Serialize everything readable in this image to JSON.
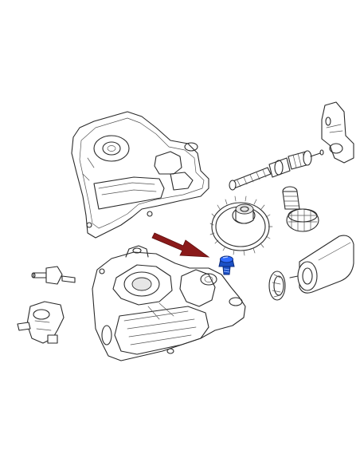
{
  "diagram": {
    "type": "exploded-parts-view",
    "highlight_color": "#1a4fc4",
    "arrow_color": "#8b1a1a",
    "parts": [
      {
        "name": "upper-housing-cover",
        "highlighted": false
      },
      {
        "name": "lower-gear-housing",
        "highlighted": false
      },
      {
        "name": "worm-shaft",
        "highlighted": false
      },
      {
        "name": "spur-gear",
        "highlighted": false
      },
      {
        "name": "pinion-shaft",
        "highlighted": false
      },
      {
        "name": "electric-motor",
        "highlighted": false
      },
      {
        "name": "motor-end-cap",
        "highlighted": false
      },
      {
        "name": "locking-lever",
        "highlighted": false
      },
      {
        "name": "small-pin",
        "highlighted": false
      },
      {
        "name": "bracket-clip",
        "highlighted": false
      },
      {
        "name": "fixing-screw",
        "highlighted": true
      }
    ]
  }
}
